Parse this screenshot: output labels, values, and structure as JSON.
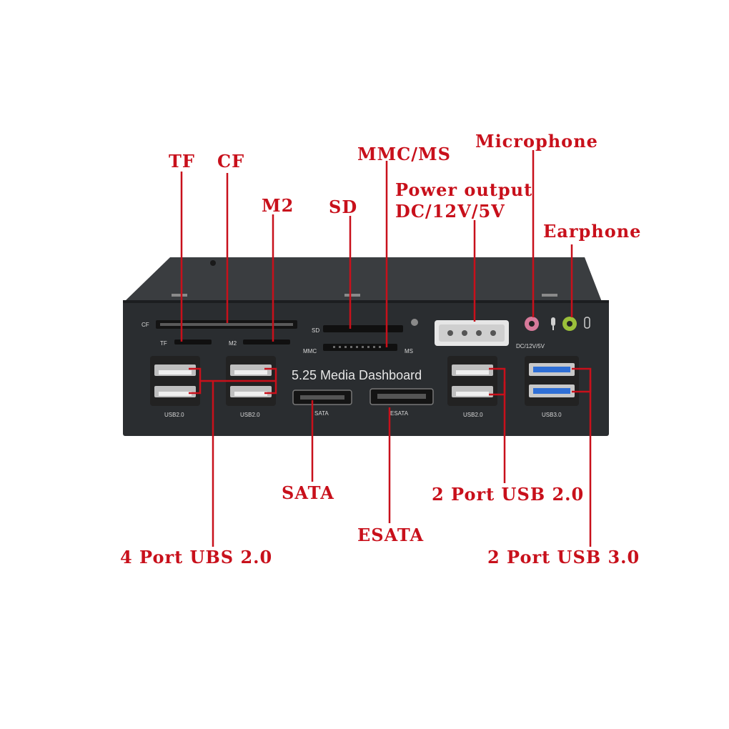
{
  "callouts": {
    "tf": "TF",
    "cf": "CF",
    "m2": "M2",
    "sd": "SD",
    "mmc_ms": "MMC/MS",
    "power_line1": "Power output",
    "power_line2": "DC/12V/5V",
    "microphone": "Microphone",
    "earphone": "Earphone",
    "sata": "SATA",
    "esata": "ESATA",
    "usb20_2port": "2 Port USB 2.0",
    "usb30_2port": "2 Port USB 3.0",
    "usb20_4port": "4 Port UBS 2.0"
  },
  "panel": {
    "title": "5.25 Media Dashboard",
    "labels": {
      "cf": "CF",
      "tf": "TF",
      "m2": "M2",
      "sd": "SD",
      "mmc": "MMC",
      "ms": "MS",
      "dc": "DC/12V/5V",
      "usb20_a": "USB2.0",
      "usb20_b": "USB2.0",
      "sata": "SATA",
      "esata": "ESATA",
      "usb20_c": "USB2.0",
      "usb30": "USB3.0"
    }
  },
  "colors": {
    "callout": "#c8101b",
    "panel_face": "#2a2d30",
    "panel_top": "#3a3d40",
    "usb3_blue": "#2f6fd6",
    "mic_pink": "#d77a9a",
    "ear_green": "#9bbf3a"
  }
}
